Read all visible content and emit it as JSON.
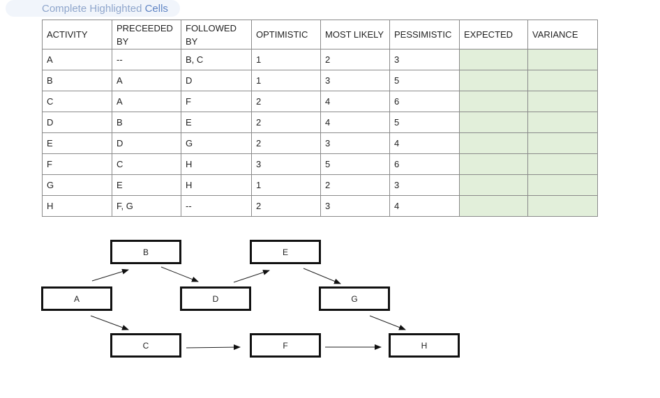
{
  "instruction": {
    "text_a": "Complete Highlighted ",
    "text_b": "Cells"
  },
  "table": {
    "headers": [
      "ACTIVITY",
      "PRECEEDED BY",
      "FOLLOWED BY",
      "OPTIMISTIC",
      "MOST LIKELY",
      "PESSIMISTIC",
      "EXPECTED",
      "VARIANCE"
    ],
    "rows": [
      [
        "A",
        "--",
        "B, C",
        "1",
        "2",
        "3",
        "",
        ""
      ],
      [
        "B",
        "A",
        "D",
        "1",
        "3",
        "5",
        "",
        ""
      ],
      [
        "C",
        "A",
        "F",
        "2",
        "4",
        "6",
        "",
        ""
      ],
      [
        "D",
        "B",
        "E",
        "2",
        "4",
        "5",
        "",
        ""
      ],
      [
        "E",
        "D",
        "G",
        "2",
        "3",
        "4",
        "",
        ""
      ],
      [
        "F",
        "C",
        "H",
        "3",
        "5",
        "6",
        "",
        ""
      ],
      [
        "G",
        "E",
        "H",
        "1",
        "2",
        "3",
        "",
        ""
      ],
      [
        "H",
        "F, G",
        "--",
        "2",
        "3",
        "4",
        "",
        ""
      ]
    ],
    "highlight_color": "#e2efda"
  },
  "network": {
    "nodes": [
      "A",
      "B",
      "C",
      "D",
      "E",
      "F",
      "G",
      "H"
    ],
    "edges": [
      [
        "A",
        "B"
      ],
      [
        "A",
        "C"
      ],
      [
        "B",
        "D"
      ],
      [
        "C",
        "F"
      ],
      [
        "D",
        "E"
      ],
      [
        "E",
        "G"
      ],
      [
        "F",
        "H"
      ],
      [
        "G",
        "H"
      ]
    ]
  }
}
